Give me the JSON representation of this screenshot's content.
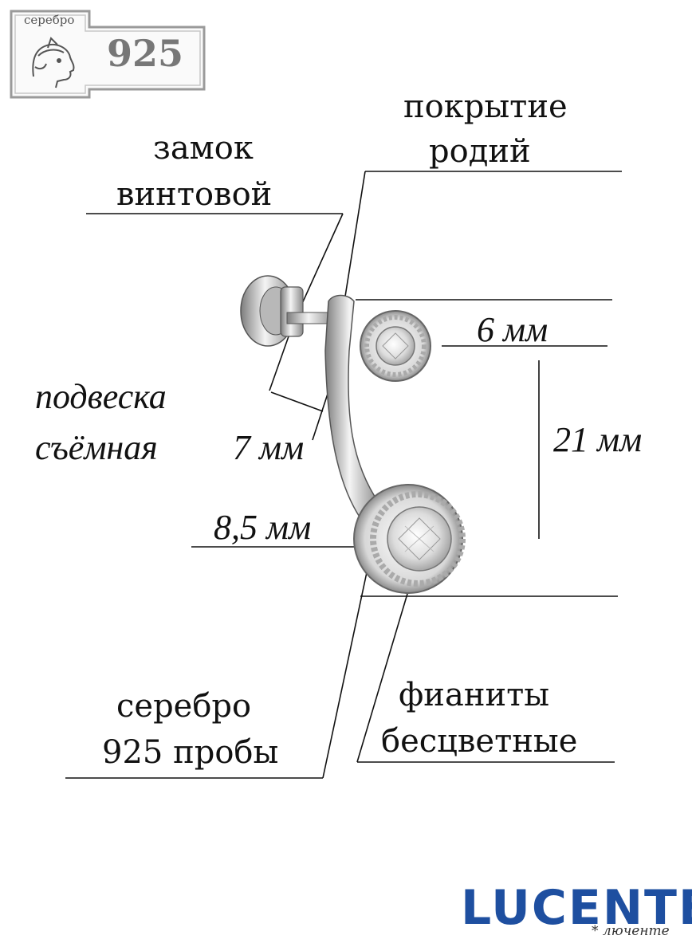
{
  "hallmark": {
    "word": "серебро",
    "number": "925"
  },
  "labels": {
    "coating_line1": "покрытие",
    "coating_line2": "родий",
    "lock_line1": "замок",
    "lock_line2": "винтовой",
    "size_small": "6 мм",
    "pendant_line1": "подвеска",
    "pendant_line2": "съёмная",
    "size_lock": "7 мм",
    "size_total": "21 мм",
    "size_large": "8,5 мм",
    "silver_line1": "серебро",
    "silver_line2": "925 пробы",
    "stones_line1": "фианиты",
    "stones_line2": "бесцветные"
  },
  "brand": {
    "name": "LUCENTE",
    "subtitle": "* люченте",
    "color": "#1e4fa0"
  }
}
